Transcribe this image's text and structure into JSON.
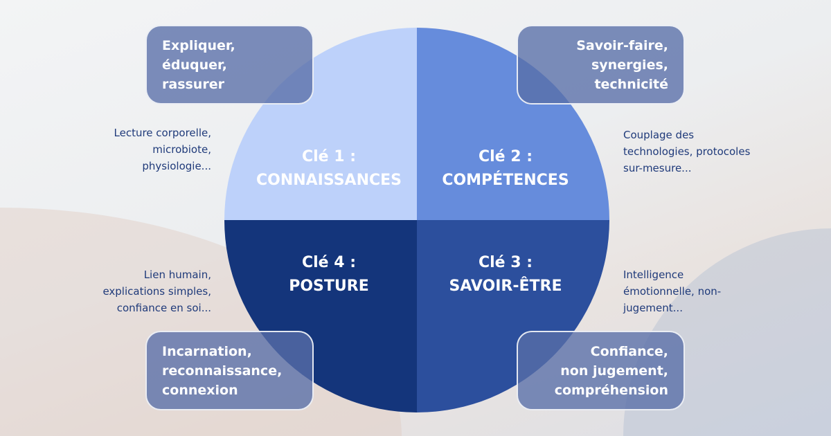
{
  "quadrants": [
    {
      "title": "Clé 1 :",
      "name": "CONNAISSANCES",
      "color": "#bdd1fa"
    },
    {
      "title": "Clé 2 :",
      "name": "COMPÉTENCES",
      "color": "#668cdc"
    },
    {
      "title": "Clé 3 :",
      "name": "SAVOIR-ÊTRE",
      "color": "#2c4f9d"
    },
    {
      "title": "Clé 4 :",
      "name": "POSTURE",
      "color": "#14357b"
    }
  ],
  "boxes": {
    "top_left": [
      "Expliquer,",
      "éduquer,",
      "rassurer"
    ],
    "top_right": [
      "Savoir-faire,",
      "synergies,",
      "technicité"
    ],
    "bottom_left": [
      "Incarnation,",
      "reconnaissance,",
      "connexion"
    ],
    "bottom_right": [
      "Confiance,",
      "non jugement,",
      "compréhension"
    ]
  },
  "notes": {
    "left_top": [
      "Lecture corporelle,",
      "microbiote,",
      "physiologie..."
    ],
    "left_bottom": [
      "Lien humain,",
      "explications simples,",
      "confiance en soi..."
    ],
    "right_top": [
      "Couplage des",
      "technologies, protocoles",
      "sur-mesure..."
    ],
    "right_bottom": [
      "Intelligence",
      "émotionnelle, non-",
      "jugement..."
    ]
  }
}
